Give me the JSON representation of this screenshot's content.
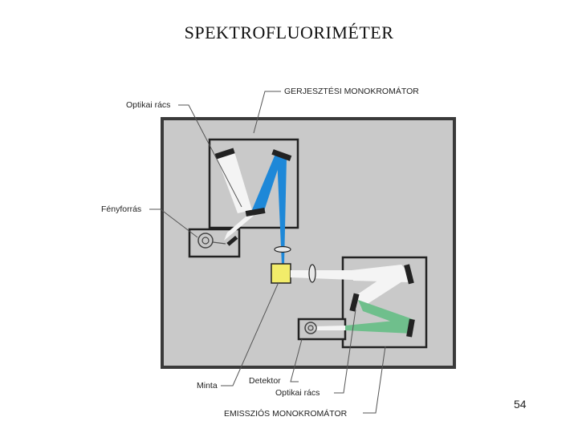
{
  "title": "SPEKTROFLUORIMÉTER",
  "page_number": "54",
  "labels": {
    "excitation_monochromator": "GERJESZTÉSI MONOKROMÁTOR",
    "optical_grating_top": "Optikai rács",
    "light_source": "Fényforrás",
    "sample": "Minta",
    "detector": "Detektor",
    "optical_grating_bottom": "Optikai rács",
    "emission_monochromator": "EMISSZIÓS MONOKROMÁTOR"
  },
  "colors": {
    "housing": "#c9c9c9",
    "frame": "#3a3a3a",
    "excitation_beam": "#1e88d8",
    "emission_beam": "#6fbf8c",
    "white_beam": "#f4f4f4",
    "sample_cell": "#f2ec6a",
    "leader_line": "#555555"
  }
}
